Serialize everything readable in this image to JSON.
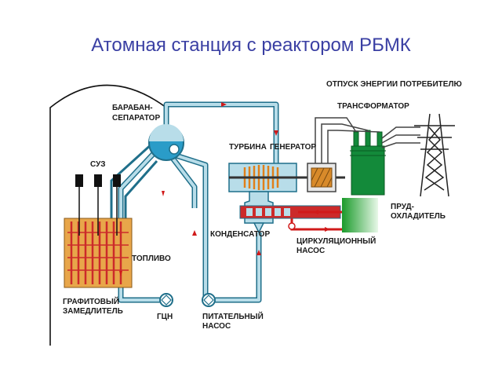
{
  "title": "Атомная станция с реактором РБМК",
  "labels": {
    "drum_line1": "БАРАБАН-",
    "drum_line2": "СЕПАРАТОР",
    "suz": "СУЗ",
    "fuel": "ТОПЛИВО",
    "moderator_line1": "ГРАФИТОВЫЙ",
    "moderator_line2": "ЗАМЕДЛИТЕЛЬ",
    "mcp": "ГЦН",
    "feed_pump_line1": "ПИТАТЕЛЬНЫЙ",
    "feed_pump_line2": "НАСОС",
    "turbine": "ТУРБИНА",
    "generator": "ГЕНЕРАТОР",
    "condenser": "КОНДЕНСАТОР",
    "circ_pump_line1": "ЦИРКУЛЯЦИОННЫЙ",
    "circ_pump_line2": "НАСОС",
    "supply": "ОТПУСК ЭНЕРГИИ ПОТРЕБИТЕЛЮ",
    "transformer": "ТРАНСФОРМАТОР",
    "pond_line1": "ПРУД-",
    "pond_line2": "ОХЛАДИТЕЛЬ"
  },
  "colors": {
    "water": "#b8dde9",
    "water_outline": "#1f6f8a",
    "steam_drum": "#2a9cc8",
    "core": "#e8a64a",
    "fuel_rods": "#cc2a2a",
    "turbine_blades": "#e0801a",
    "transformer": "#138a3a",
    "pond": "#38b843",
    "hot_pipe": "#d01a1a",
    "arrows": "#d01a1a",
    "title": "#3a3fa3"
  }
}
